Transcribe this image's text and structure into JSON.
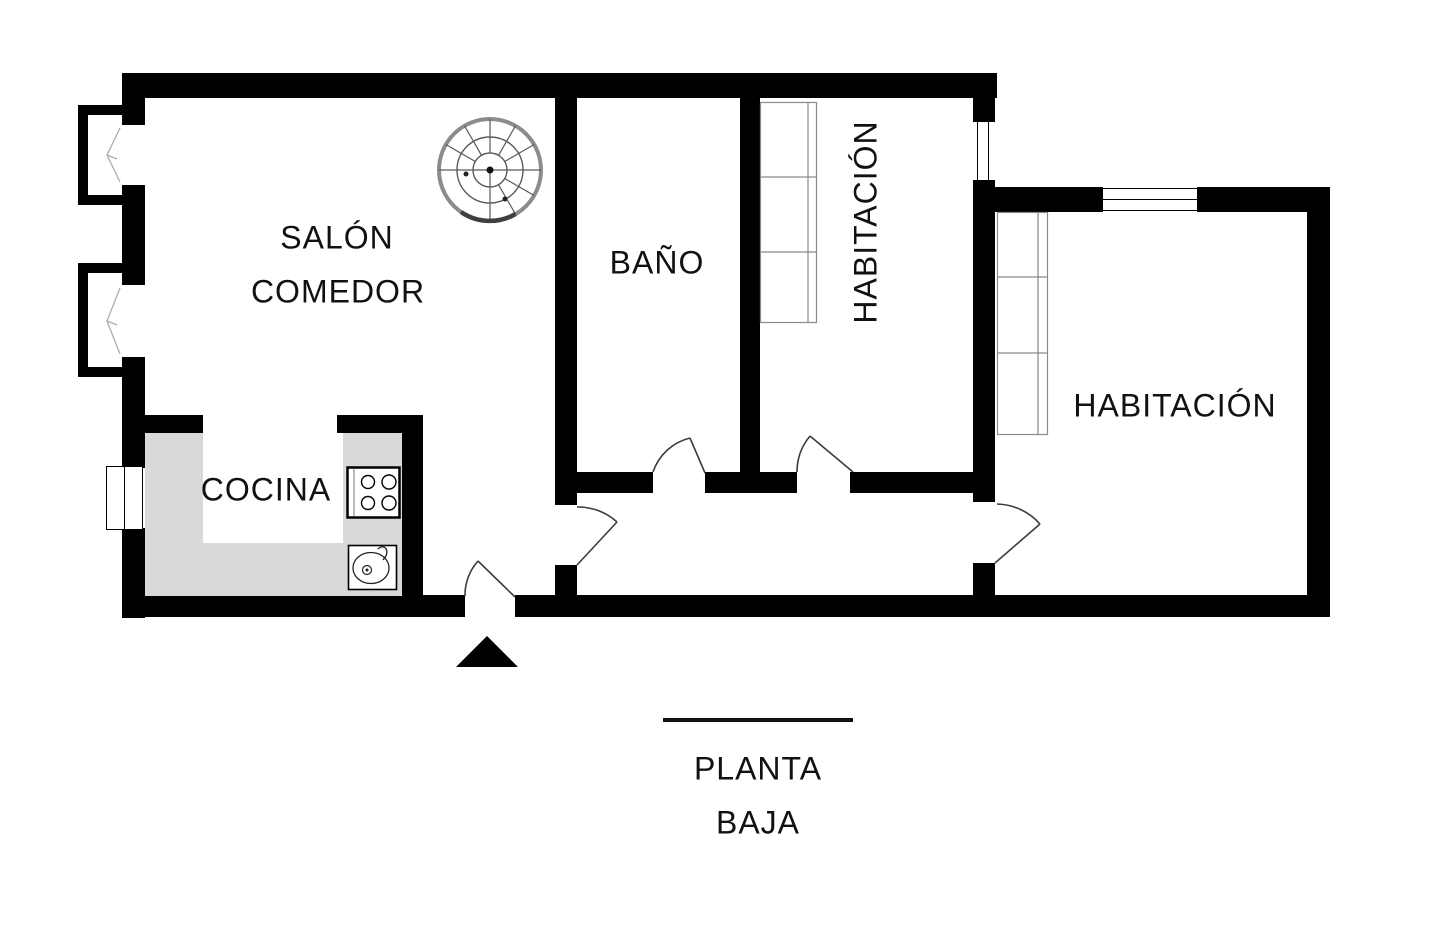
{
  "title": {
    "line1": "PLANTA",
    "line2": "BAJA"
  },
  "rooms": {
    "salon": {
      "label_line1": "SALÓN",
      "label_line2": "COMEDOR"
    },
    "cocina": {
      "label": "COCINA"
    },
    "bano": {
      "label": "BAÑO"
    },
    "habitacion_1": {
      "label": "HABITACIÓN"
    },
    "habitacion_2": {
      "label": "HABITACIÓN"
    }
  },
  "fixtures": {
    "staircase": "spiral-staircase",
    "stove": "stove-four-burners",
    "sink": "kitchen-sink",
    "wardrobe_habitacion_1": "wardrobe-shelves",
    "wardrobe_habitacion_2": "wardrobe-shelves",
    "entrance_marker": "entrance-arrow",
    "doors": "door-swing-arcs",
    "windows": "window-symbols"
  },
  "colors": {
    "wall": "#000000",
    "counter": "#d9d9d9",
    "stair_ring": "#8c8c8c",
    "fixture_outline": "#8a8a8a",
    "door_line": "#3c3c3c",
    "text": "#111111"
  }
}
